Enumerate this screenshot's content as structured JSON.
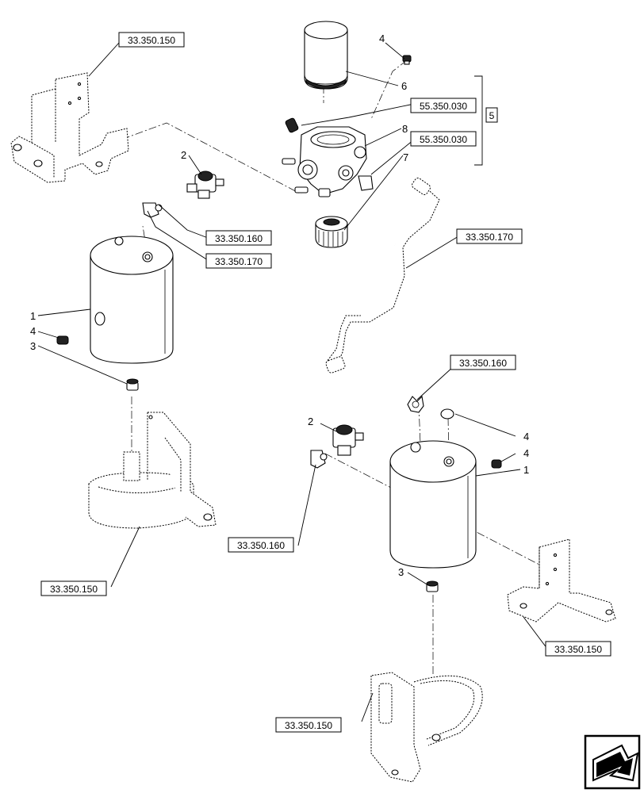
{
  "refs": {
    "r_brk_tl": "33.350.150",
    "r_55_a": "55.350.030",
    "r_55_b": "55.350.030",
    "r_160_a": "33.350.160",
    "r_170_a": "33.350.170",
    "r_170_b": "33.350.170",
    "r_160_b": "33.350.160",
    "r_160_c": "33.350.160",
    "r_brk_ml": "33.350.150",
    "r_brk_br": "33.350.150",
    "r_brk_bm": "33.350.150"
  },
  "group_label": "5",
  "callouts": {
    "c4_top": "4",
    "c6": "6",
    "c8": "8",
    "c7": "7",
    "c2_left": "2",
    "c1_left": "1",
    "c4_left": "4",
    "c3_left": "3",
    "c2_right": "2",
    "c4_right_a": "4",
    "c4_right_b": "4",
    "c1_right": "1",
    "c3_right": "3"
  },
  "icons": {
    "nav": "next-page-arrow-icon"
  }
}
